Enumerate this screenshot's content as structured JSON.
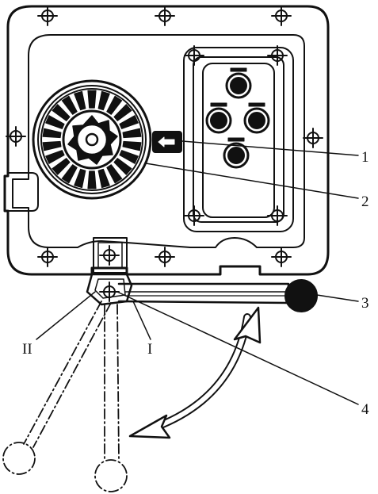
{
  "callouts": {
    "c1": "1",
    "c2": "2",
    "c3": "3",
    "c4": "4"
  },
  "positions": {
    "p1": "II",
    "p2": "I"
  },
  "colors": {
    "ink": "#111111",
    "paper": "#ffffff"
  },
  "icons": {
    "mount_hole": "crosshair-circle-icon",
    "arrow_block": "left-arrow-icon"
  }
}
